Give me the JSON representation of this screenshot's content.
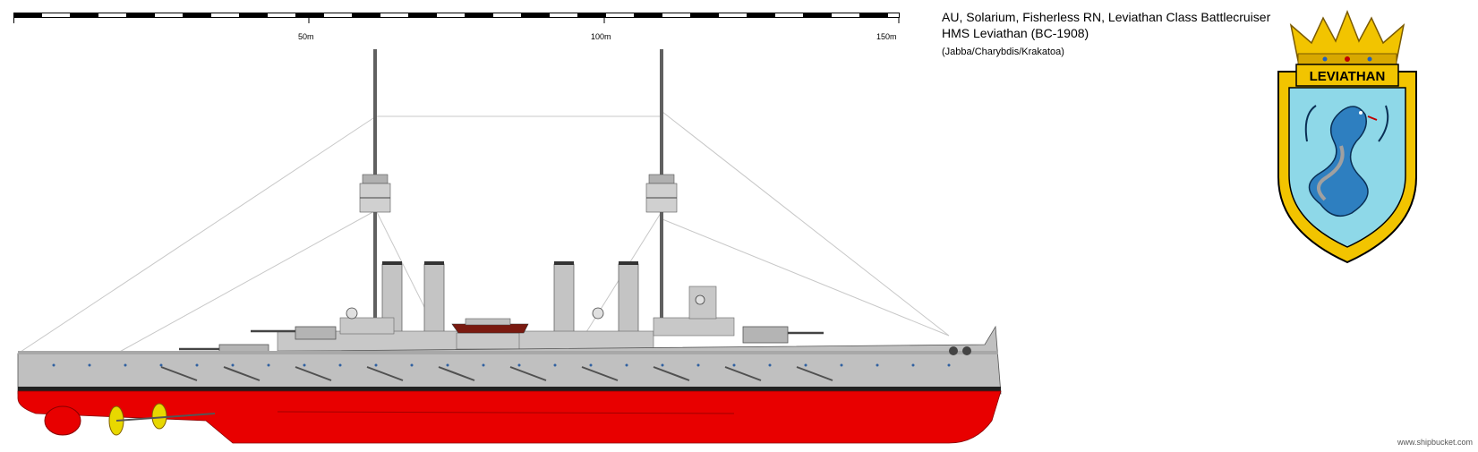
{
  "scale": {
    "ticks": [
      "50m",
      "100m",
      "150m"
    ]
  },
  "info": {
    "line1": "AU, Solarium, Fisherless RN, Leviathan Class Battlecruiser",
    "line2": "HMS Leviathan (BC-1908)",
    "line3": "(Jabba/Charybdis/Krakatoa)"
  },
  "badge": {
    "name": "LEVIATHAN"
  },
  "credit": "www.shipbucket.com",
  "colors": {
    "hull_grey": "#c0c0c0",
    "deck_grey": "#a8a8a8",
    "antifouling": "#e80000",
    "boot_top": "#202020",
    "badge_gold": "#f2c400",
    "badge_sea": "#8ed8e8",
    "serpent": "#2e7fc0"
  }
}
